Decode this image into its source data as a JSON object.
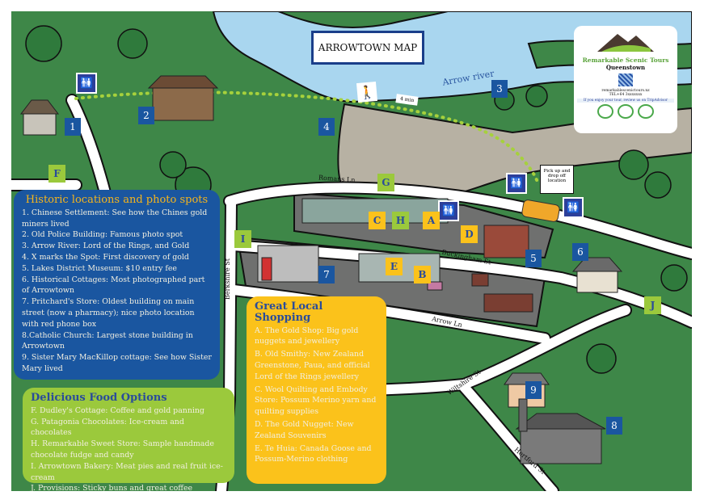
{
  "title": "ARROWTOWN MAP",
  "logo": {
    "brand": "Remarkable Scenic Tours",
    "city": "Queenstown",
    "website": "remarkablescenictours.nz",
    "phone": "TEL+64 3xxxxxxx",
    "tripadvisor_note": "If you enjoy your tour, review us on TripAdvisor"
  },
  "map_labels": {
    "river": "Arrow river",
    "walk_time": "4 min",
    "pickup": "Pick up and drop off location",
    "streets": {
      "romans": "Romans Ln",
      "buckingham": "Buckingham St",
      "arrow": "Arrow Ln",
      "berkshire": "Berkshire St",
      "wiltshire": "Wiltshire St",
      "hertford": "Hertford St"
    }
  },
  "markers": {
    "numbers": [
      "1",
      "2",
      "3",
      "4",
      "5",
      "6",
      "7",
      "8",
      "9"
    ],
    "letters": {
      "A": "A",
      "B": "B",
      "C": "C",
      "D": "D",
      "E": "E",
      "F": "F",
      "G": "G",
      "H": "H",
      "I": "I",
      "J": "J"
    }
  },
  "historic": {
    "heading": "Historic locations and photo spots",
    "items": [
      "1. Chinese Settlement: See how the Chines gold miners lived",
      "2. Old Police Building: Famous photo spot",
      "3. Arrow River:  Lord of the Rings, and Gold",
      "4. X marks the Spot: First discovery of gold",
      "5. Lakes District Museum: $10 entry fee",
      "6. Historical Cottages: Most photographed part of Arrowtown",
      "7. Pritchard's Store: Oldest building on main street (now a pharmacy); nice photo location with red phone box",
      "8.Catholic Church: Largest stone building in Arrowtown",
      "9. Sister Mary MacKillop cottage: See how Sister Mary lived"
    ]
  },
  "shopping": {
    "heading": "Great Local Shopping",
    "items": [
      "A. The Gold Shop: Big gold nuggets and jewellery",
      "B. Old Smithy: New Zealand Greenstone, Paua, and official Lord of the Rings jewellery",
      "C. Wool Quilting and Embody Store: Possum Merino yarn and quilting supplies",
      "D. The Gold Nugget: New Zealand Souvenirs",
      "E. Te Huia: Canada Goose and Possum-Merino clothing"
    ]
  },
  "food": {
    "heading": "Delicious Food Options",
    "items": [
      "F. Dudley's Cottage: Coffee and gold panning",
      "G. Patagonia Chocolates: Ice-cream and chocolates",
      "H. Remarkable Sweet Store: Sample handmade chocolate fudge and candy",
      "I. Arrowtown Bakery: Meat pies and real fruit ice-cream",
      "J. Provisions:  Sticky buns and great coffee"
    ]
  },
  "colors": {
    "historic": "#1a56a0",
    "shopping": "#fbc21b",
    "food": "#9bc93c",
    "grass": "#3e8748",
    "river": "#a9d6ef"
  }
}
